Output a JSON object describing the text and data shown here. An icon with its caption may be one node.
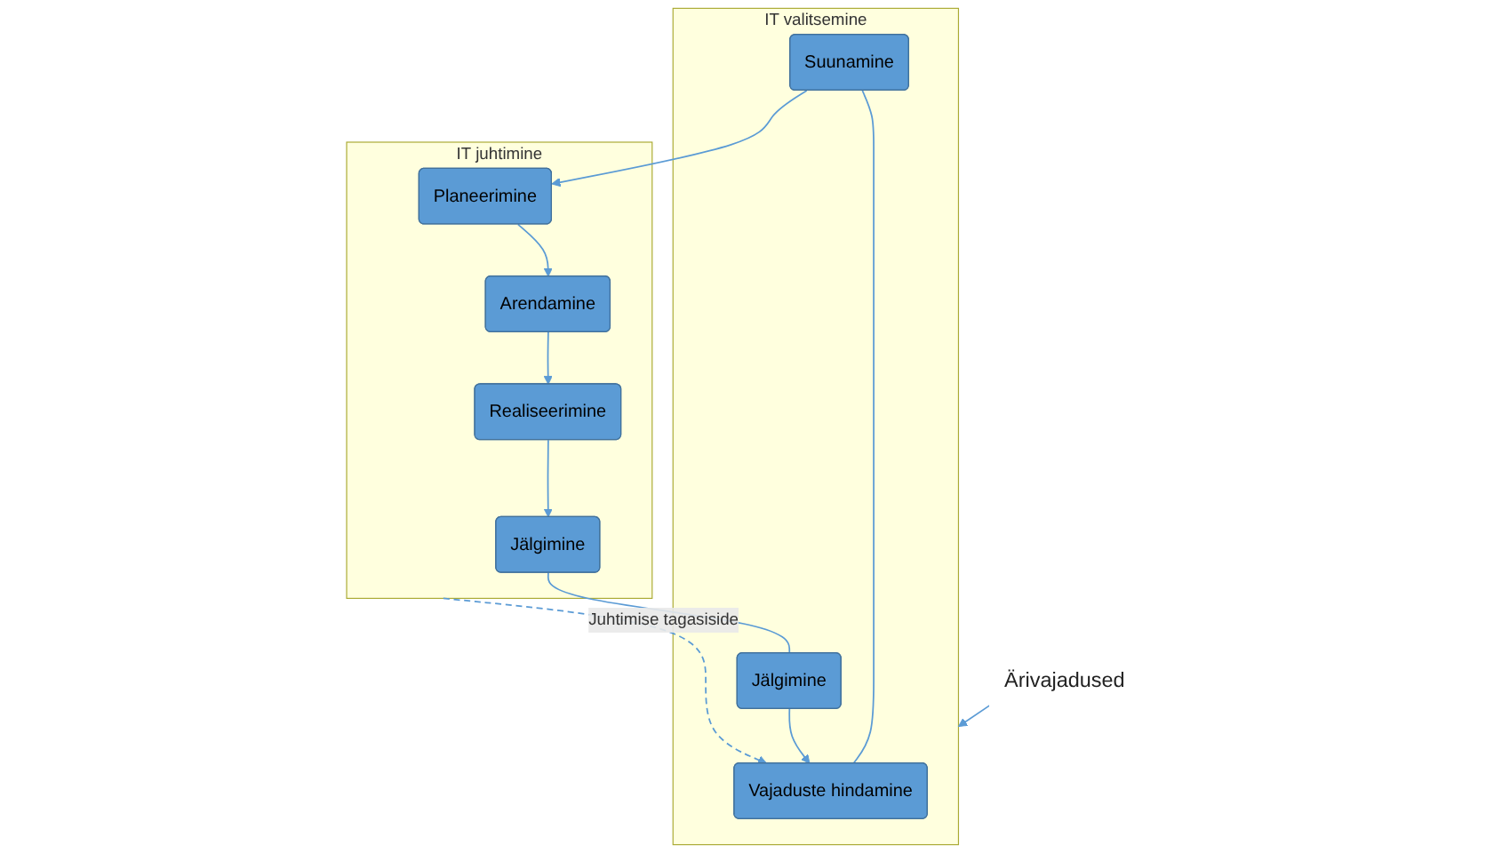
{
  "diagram": {
    "nodes": [
      {
        "text": [
          "Ärivajadused"
        ]
      },
      {
        "text": [
          "IT valitsemine"
        ]
      },
      {
        "text": [
          "Vajaduste hindamine"
        ],
        "in": 1
      },
      {
        "text": [
          "Suunamine"
        ],
        "in": 1
      },
      {
        "text": [
          "Jälgimine"
        ],
        "in": 1
      },
      {
        "text": [
          "IT juhtimine"
        ]
      },
      {
        "text": [
          "Planeerimine"
        ],
        "in": 5
      },
      {
        "text": [
          "Arendamine"
        ],
        "in": 5
      },
      {
        "text": [
          "Realiseerimine"
        ],
        "in": 5
      },
      {
        "text": [
          "Jälgimine"
        ],
        "in": 5
      }
    ],
    "edges": [
      {
        "from": 0,
        "to": 1,
        "arrow": "to"
      },
      {
        "from": 3,
        "to": 2,
        "arrow": "none"
      },
      {
        "from": 4,
        "to": 2,
        "arrow": "to"
      },
      {
        "from": 3,
        "to": 6,
        "arrow": "to"
      },
      {
        "from": 6,
        "to": 7,
        "arrow": "to"
      },
      {
        "from": 7,
        "to": 8,
        "arrow": "to"
      },
      {
        "from": 8,
        "to": 9,
        "arrow": "to"
      },
      {
        "from": 9,
        "to": 4,
        "arrow": "none"
      },
      {
        "from": 5,
        "to": 2,
        "arrow": "to",
        "label": "Juhtimise tagasiside",
        "style": "dashed"
      }
    ]
  }
}
